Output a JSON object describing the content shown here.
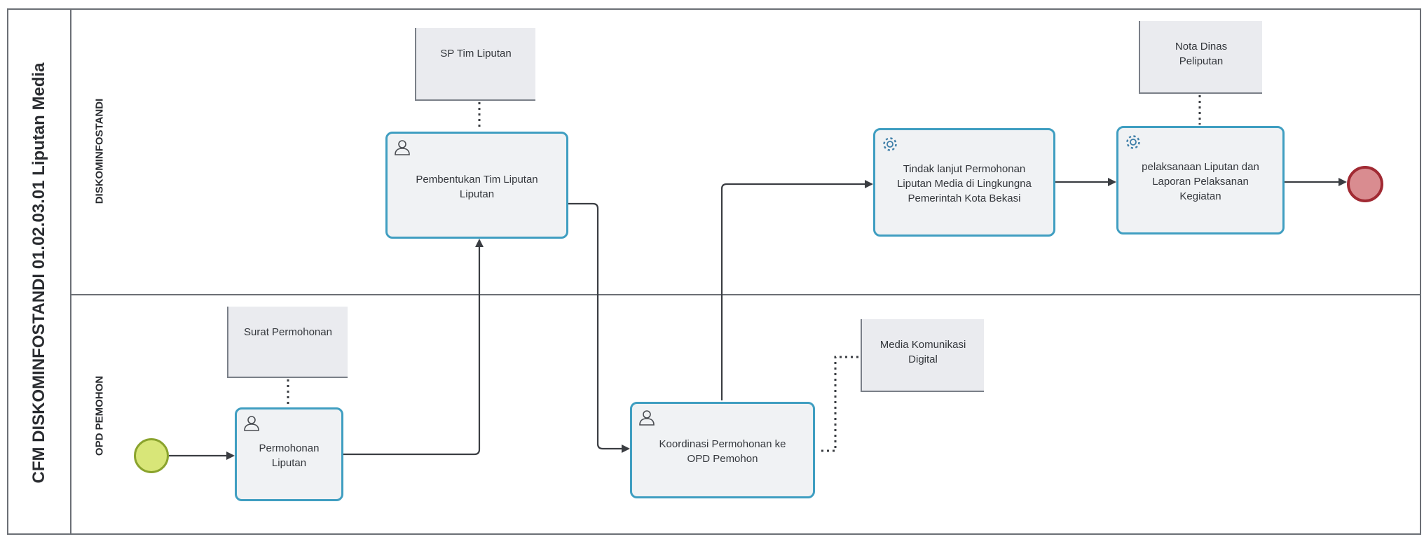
{
  "diagram": {
    "pool_title": "CFM DISKOMINFOSTANDI 01.02.03.01 Liputan Media",
    "lanes": {
      "top": "DISKOMINFOSTANDI",
      "bottom": "OPD PEMOHON"
    },
    "tasks": {
      "permohonan": {
        "label": "Permohonan\nLiputan",
        "icon": "user-icon"
      },
      "pembentukan": {
        "label": "Pembentukan Tim Liputan\nLiputan",
        "icon": "user-icon"
      },
      "koordinasi": {
        "label": "Koordinasi Permohonan ke\nOPD Pemohon",
        "icon": "user-icon"
      },
      "tindak_lanjut": {
        "label": "Tindak lanjut Permohonan\nLiputan Media di Lingkungna\nPemerintah Kota Bekasi",
        "icon": "gear-icon"
      },
      "pelaksanaan": {
        "label": "pelaksanaan Liputan dan\nLaporan Pelaksanan\nKegiatan",
        "icon": "gear-icon"
      }
    },
    "documents": {
      "surat": "Surat Permohonan",
      "sp_tim": "SP Tim Liputan",
      "media": "Media Komunikasi\nDigital",
      "nota": "Nota Dinas\nPeliputan"
    },
    "colors": {
      "task_border": "#3f9ec1",
      "start_fill": "#d8e678",
      "end_fill": "#d98c90",
      "line": "#3a3d42"
    }
  }
}
